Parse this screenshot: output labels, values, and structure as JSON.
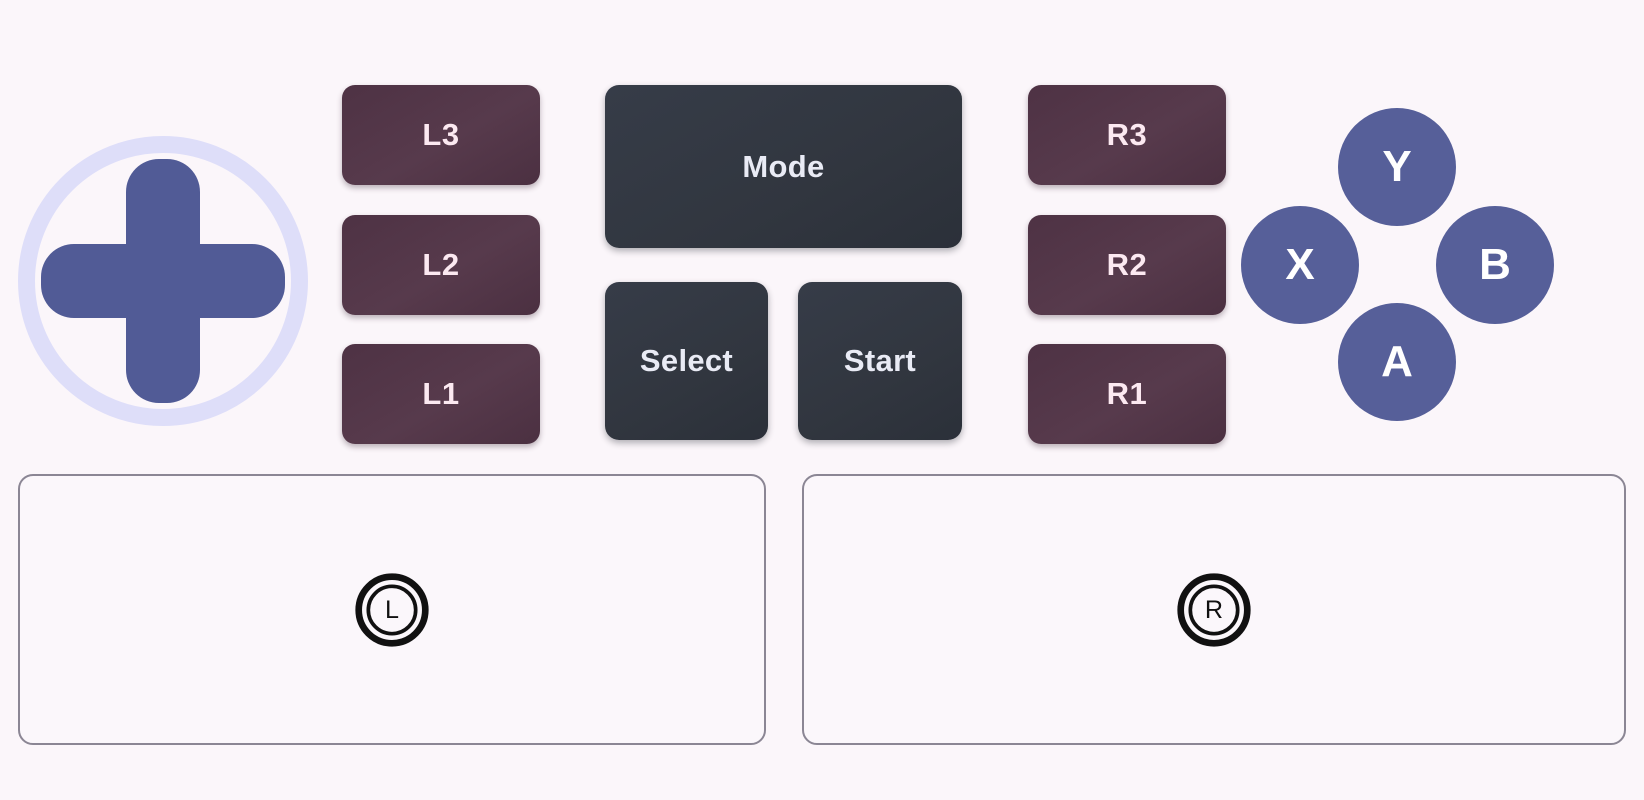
{
  "app": {
    "title": "Virtual Gamepad Overlay",
    "background_color": "#FBF6FA"
  },
  "colors": {
    "background": "#FBF6FA",
    "dpad_blue": "#515B96",
    "dpad_ring_lavender": "#DEDEF9",
    "shoulder_plum": "#4E3244",
    "shoulder_text": "#FCE9F1",
    "system_slate": "#363C48",
    "system_text": "#E9EBF5",
    "face_blue": "#565F99",
    "face_text": "#FFFFFF",
    "trackpad_border": "#8B8694",
    "trackpad_fill": "#FBF7FB",
    "pad_glyph_stroke": "#111111"
  },
  "dpad": {
    "name": "directional-pad",
    "icon": "dpad-cross-icon",
    "ring_icon": "dpad-ring-icon",
    "directions": [
      "up",
      "right",
      "down",
      "left"
    ]
  },
  "left_shoulders": {
    "group_label": "left-shoulder-column",
    "buttons": [
      {
        "id": "L3",
        "label": "L3"
      },
      {
        "id": "L2",
        "label": "L2"
      },
      {
        "id": "L1",
        "label": "L1"
      }
    ]
  },
  "right_shoulders": {
    "group_label": "right-shoulder-column",
    "buttons": [
      {
        "id": "R3",
        "label": "R3"
      },
      {
        "id": "R2",
        "label": "R2"
      },
      {
        "id": "R1",
        "label": "R1"
      }
    ]
  },
  "system_buttons": {
    "group_label": "system-button-cluster",
    "mode": {
      "id": "Mode",
      "label": "Mode"
    },
    "select": {
      "id": "Select",
      "label": "Select"
    },
    "start": {
      "id": "Start",
      "label": "Start"
    }
  },
  "face_buttons": {
    "group_label": "face-button-cluster",
    "layout": "diamond",
    "buttons": [
      {
        "id": "Y",
        "label": "Y",
        "position": "top"
      },
      {
        "id": "X",
        "label": "X",
        "position": "left"
      },
      {
        "id": "B",
        "label": "B",
        "position": "right"
      },
      {
        "id": "A",
        "label": "A",
        "position": "bottom"
      }
    ]
  },
  "trackpads": {
    "group_label": "trackpad-row",
    "pads": [
      {
        "id": "L",
        "label": "L",
        "glyph": "circled-l-icon",
        "side": "left"
      },
      {
        "id": "R",
        "label": "R",
        "glyph": "circled-r-icon",
        "side": "right"
      }
    ]
  }
}
